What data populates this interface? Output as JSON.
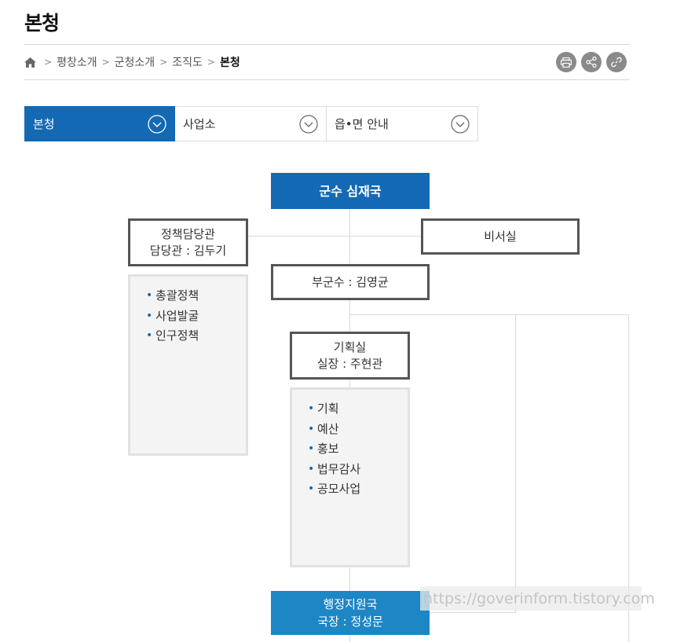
{
  "page": {
    "title": "본청"
  },
  "breadcrumb": {
    "items": [
      "평창소개",
      "군청소개",
      "조직도"
    ],
    "current": "본청"
  },
  "tools": [
    {
      "name": "print-icon"
    },
    {
      "name": "share-icon"
    },
    {
      "name": "link-icon"
    }
  ],
  "tabs": [
    {
      "label": "본청",
      "active": true
    },
    {
      "label": "사업소",
      "active": false
    },
    {
      "label": "읍•면 안내",
      "active": false
    }
  ],
  "org": {
    "governor": "군수 심재국",
    "policy_office": {
      "title": "정책담당관",
      "head": "담당관 : 김두기",
      "duties": [
        "총괄정책",
        "사업발굴",
        "인구정책"
      ]
    },
    "secretary": "비서실",
    "deputy": "부군수 : 김영균",
    "planning": {
      "title": "기획실",
      "head": "실장 : 주현관",
      "duties": [
        "기획",
        "예산",
        "홍보",
        "법무감사",
        "공모사업"
      ]
    },
    "admin_bureau": {
      "title": "행정지원국",
      "head": "국장 : 정성문"
    }
  },
  "watermark": "https://goverinform.tistory.com",
  "colors": {
    "primary": "#1469b4",
    "secondary": "#1d86c4",
    "icon_gray": "#8a8a8a"
  }
}
